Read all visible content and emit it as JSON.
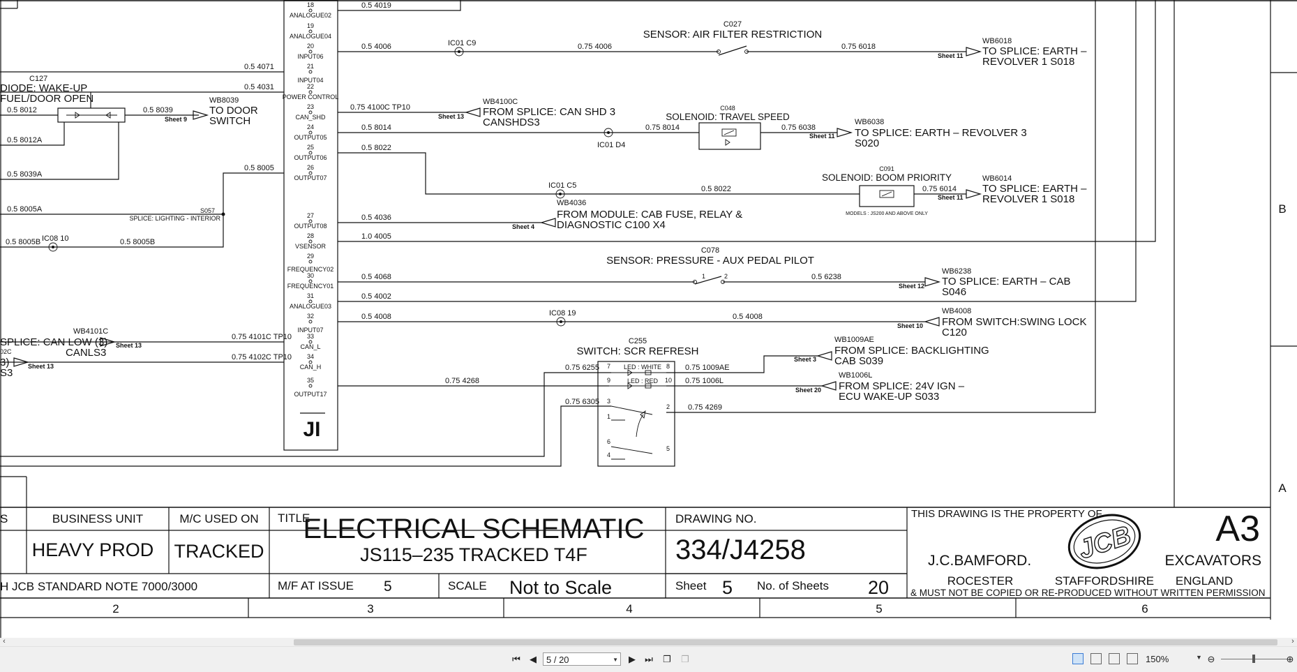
{
  "schematic": {
    "pins": [
      {
        "num": "18",
        "name": "ANALOGUE02"
      },
      {
        "num": "19",
        "name": "ANALOGUE04"
      },
      {
        "num": "20",
        "name": "INPUT06"
      },
      {
        "num": "21",
        "name": "INPUT04"
      },
      {
        "num": "22",
        "name": "POWER CONTROL"
      },
      {
        "num": "23",
        "name": "CAN_SHD"
      },
      {
        "num": "24",
        "name": "OUTPUT05"
      },
      {
        "num": "25",
        "name": "OUTPUT06"
      },
      {
        "num": "26",
        "name": "OUTPUT07"
      },
      {
        "num": "27",
        "name": "OUTPUT08"
      },
      {
        "num": "28",
        "name": "VSENSOR"
      },
      {
        "num": "29",
        "name": "FREQUENCY02"
      },
      {
        "num": "30",
        "name": "FREQUENCY01"
      },
      {
        "num": "31",
        "name": "ANALOGUE03"
      },
      {
        "num": "32",
        "name": "INPUT07"
      },
      {
        "num": "33",
        "name": "CAN_L"
      },
      {
        "num": "34",
        "name": "CAN_H"
      },
      {
        "num": "35",
        "name": "OUTPUT17"
      }
    ],
    "connector_label": "JI",
    "wires": {
      "w4019": "0.5 4019",
      "w4071": "0.5 4071",
      "w4031": "0.5 4031",
      "w4006a": "0.5 4006",
      "w4006b": "0.75 4006",
      "w6018": "0.75 6018",
      "w4100c": "0.75 4100C TP10",
      "w8014a": "0.5 8014",
      "w8014b": "0.75 8014",
      "w6038": "0.75 6038",
      "w8022a": "0.5 8022",
      "w8022b": "0.5 8022",
      "w6014": "0.75 6014",
      "w4036": "0.5 4036",
      "w4005": "1.0 4005",
      "w4068": "0.5 4068",
      "w6238": "0.5 6238",
      "w4002": "0.5 4002",
      "w4008a": "0.5 4008",
      "w4008b": "0.5 4008",
      "w8012": "0.5 8012",
      "w8039": "0.5 8039",
      "w8012a": "0.5 8012A",
      "w8039a": "0.5 8039A",
      "w8005": "0.5 8005",
      "w8005a": "0.5 8005A",
      "w8005b1": "0.5 8005B",
      "w8005b2": "0.5 8005B",
      "w4101c": "0.75 4101C TP10",
      "w4102c": "0.75 4102C TP10",
      "w6255": "0.75 6255",
      "w1009ae": "0.75 1009AE",
      "w4268": "0.75 4268",
      "w1006l": "0.75 1006L",
      "w6305": "0.75 6305",
      "w4269": "0.75 4269"
    },
    "components": {
      "c027_id": "C027",
      "c027_name": "SENSOR: AIR FILTER RESTRICTION",
      "c048_id": "C048",
      "c048_name": "SOLENOID: TRAVEL SPEED",
      "c091_id": "C091",
      "c091_name": "SOLENOID: BOOM PRIORITY",
      "c091_note": "MODELS : JS200 AND ABOVE ONLY",
      "c078_id": "C078",
      "c078_name": "SENSOR: PRESSURE - AUX PEDAL PILOT",
      "c255_id": "C255",
      "c255_name": "SWITCH: SCR REFRESH",
      "c127_id": "C127",
      "c127_name_1": "DIODE: WAKE-UP",
      "c127_name_2": "FUEL/DOOR OPEN",
      "s057_id": "S057",
      "s057_name": "SPLICE: LIGHTING - INTERIOR",
      "led_white": "LED : WHITE",
      "led_red": "LED : RED",
      "ic01_c9": "IC01  C9",
      "ic01_d4": "IC01  D4",
      "ic01_c5": "IC01  C5",
      "ic08_19": "IC08  19",
      "ic08_10": "IC08  10"
    },
    "connections": {
      "wb6018_id": "WB6018",
      "wb6018_sheet": "Sheet 11",
      "wb6018_1": "TO SPLICE: EARTH  –",
      "wb6018_2": "REVOLVER  1  S018",
      "wb4100c_id": "WB4100C",
      "wb4100c_sheet": "Sheet 13",
      "wb4100c_1": "FROM SPLICE: CAN SHD 3",
      "wb4100c_2": "CANSHDS3",
      "wb6038_id": "WB6038",
      "wb6038_sheet": "Sheet 11",
      "wb6038_1": "TO SPLICE: EARTH  –  REVOLVER 3",
      "wb6038_2": "S020",
      "wb6014_id": "WB6014",
      "wb6014_sheet": "Sheet 11",
      "wb6014_1": "TO SPLICE: EARTH  –",
      "wb6014_2": "REVOLVER  1  S018",
      "wb4036_id": "WB4036",
      "wb4036_sheet": "Sheet 4",
      "wb4036_1": "FROM MODULE: CAB FUSE, RELAY &",
      "wb4036_2": "DIAGNOSTIC  C100  X4",
      "wb6238_id": "WB6238",
      "wb6238_sheet": "Sheet 12",
      "wb6238_1": "TO SPLICE: EARTH  –  CAB",
      "wb6238_2": "S046",
      "wb4008_id": "WB4008",
      "wb4008_sheet": "Sheet 10",
      "wb4008_1": "FROM   SWITCH:SWING LOCK",
      "wb4008_2": "C120",
      "wb1009ae_id": "WB1009AE",
      "wb1009ae_sheet": "Sheet 3",
      "wb1009ae_1": "FROM SPLICE: BACKLIGHTING",
      "wb1009ae_2": "CAB  S039",
      "wb1006l_id": "WB1006L",
      "wb1006l_sheet": "Sheet 20",
      "wb1006l_1": "FROM SPLICE: 24V IGN  –",
      "wb1006l_2": "ECU WAKE-UP S033",
      "wb8039_id": "WB8039",
      "wb8039_sheet": "Sheet 9",
      "wb8039_1": "TO DOOR",
      "wb8039_2": "SWITCH",
      "wb4101c_id": "WB4101C",
      "wb4101c_sheet": "Sheet 13",
      "wb4101c_1": "SPLICE: CAN LOW (3)",
      "wb4101c_2": "CANLS3",
      "wb4102c_id": "02C",
      "wb4102c_sheet": "Sheet 13",
      "wb4102c_1": "3)",
      "wb4102c_2": "S3"
    },
    "zone_letters": [
      "B",
      "A"
    ]
  },
  "title_block": {
    "col_s": "S",
    "business_unit_label": "BUSINESS UNIT",
    "business_unit_value": "HEAVY PROD",
    "mc_used_on_label": "M/C USED ON",
    "mc_used_on_value": "TRACKED",
    "title_label": "TITLE",
    "title_line1": "ELECTRICAL SCHEMATIC",
    "title_line2": "JS115–235 TRACKED T4F",
    "drawing_no_label": "DRAWING NO.",
    "drawing_no_value": "334/J4258",
    "standard_note": "H  JCB STANDARD NOTE 7000/3000",
    "mf_at_issue_label": "M/F AT ISSUE",
    "mf_at_issue_value": "5",
    "scale_label": "SCALE",
    "scale_value": "Not to Scale",
    "sheet_label": "Sheet",
    "sheet_value": "5",
    "no_of_sheets_label": "No. of Sheets",
    "no_of_sheets_value": "20",
    "property_note": "THIS DRAWING IS THE PROPERTY OF",
    "paper_size": "A3",
    "company": "J.C.BAMFORD.",
    "logo_text": "JCB",
    "division": "EXCAVATORS",
    "town": "ROCESTER",
    "county": "STAFFORDSHIRE",
    "country": "ENGLAND",
    "copy_notice": "& MUST NOT BE COPIED OR RE-PRODUCED WITHOUT WRITTEN PERMISSION",
    "zone_numbers": [
      "2",
      "3",
      "4",
      "5",
      "6"
    ]
  },
  "viewer": {
    "page_indicator": "5 / 20",
    "zoom": "150%",
    "icons": {
      "first": "first-page-icon",
      "prev": "previous-page-icon",
      "next": "next-page-icon",
      "last": "last-page-icon",
      "copy": "copy-pages-icon",
      "paste": "paste-pages-icon"
    }
  }
}
